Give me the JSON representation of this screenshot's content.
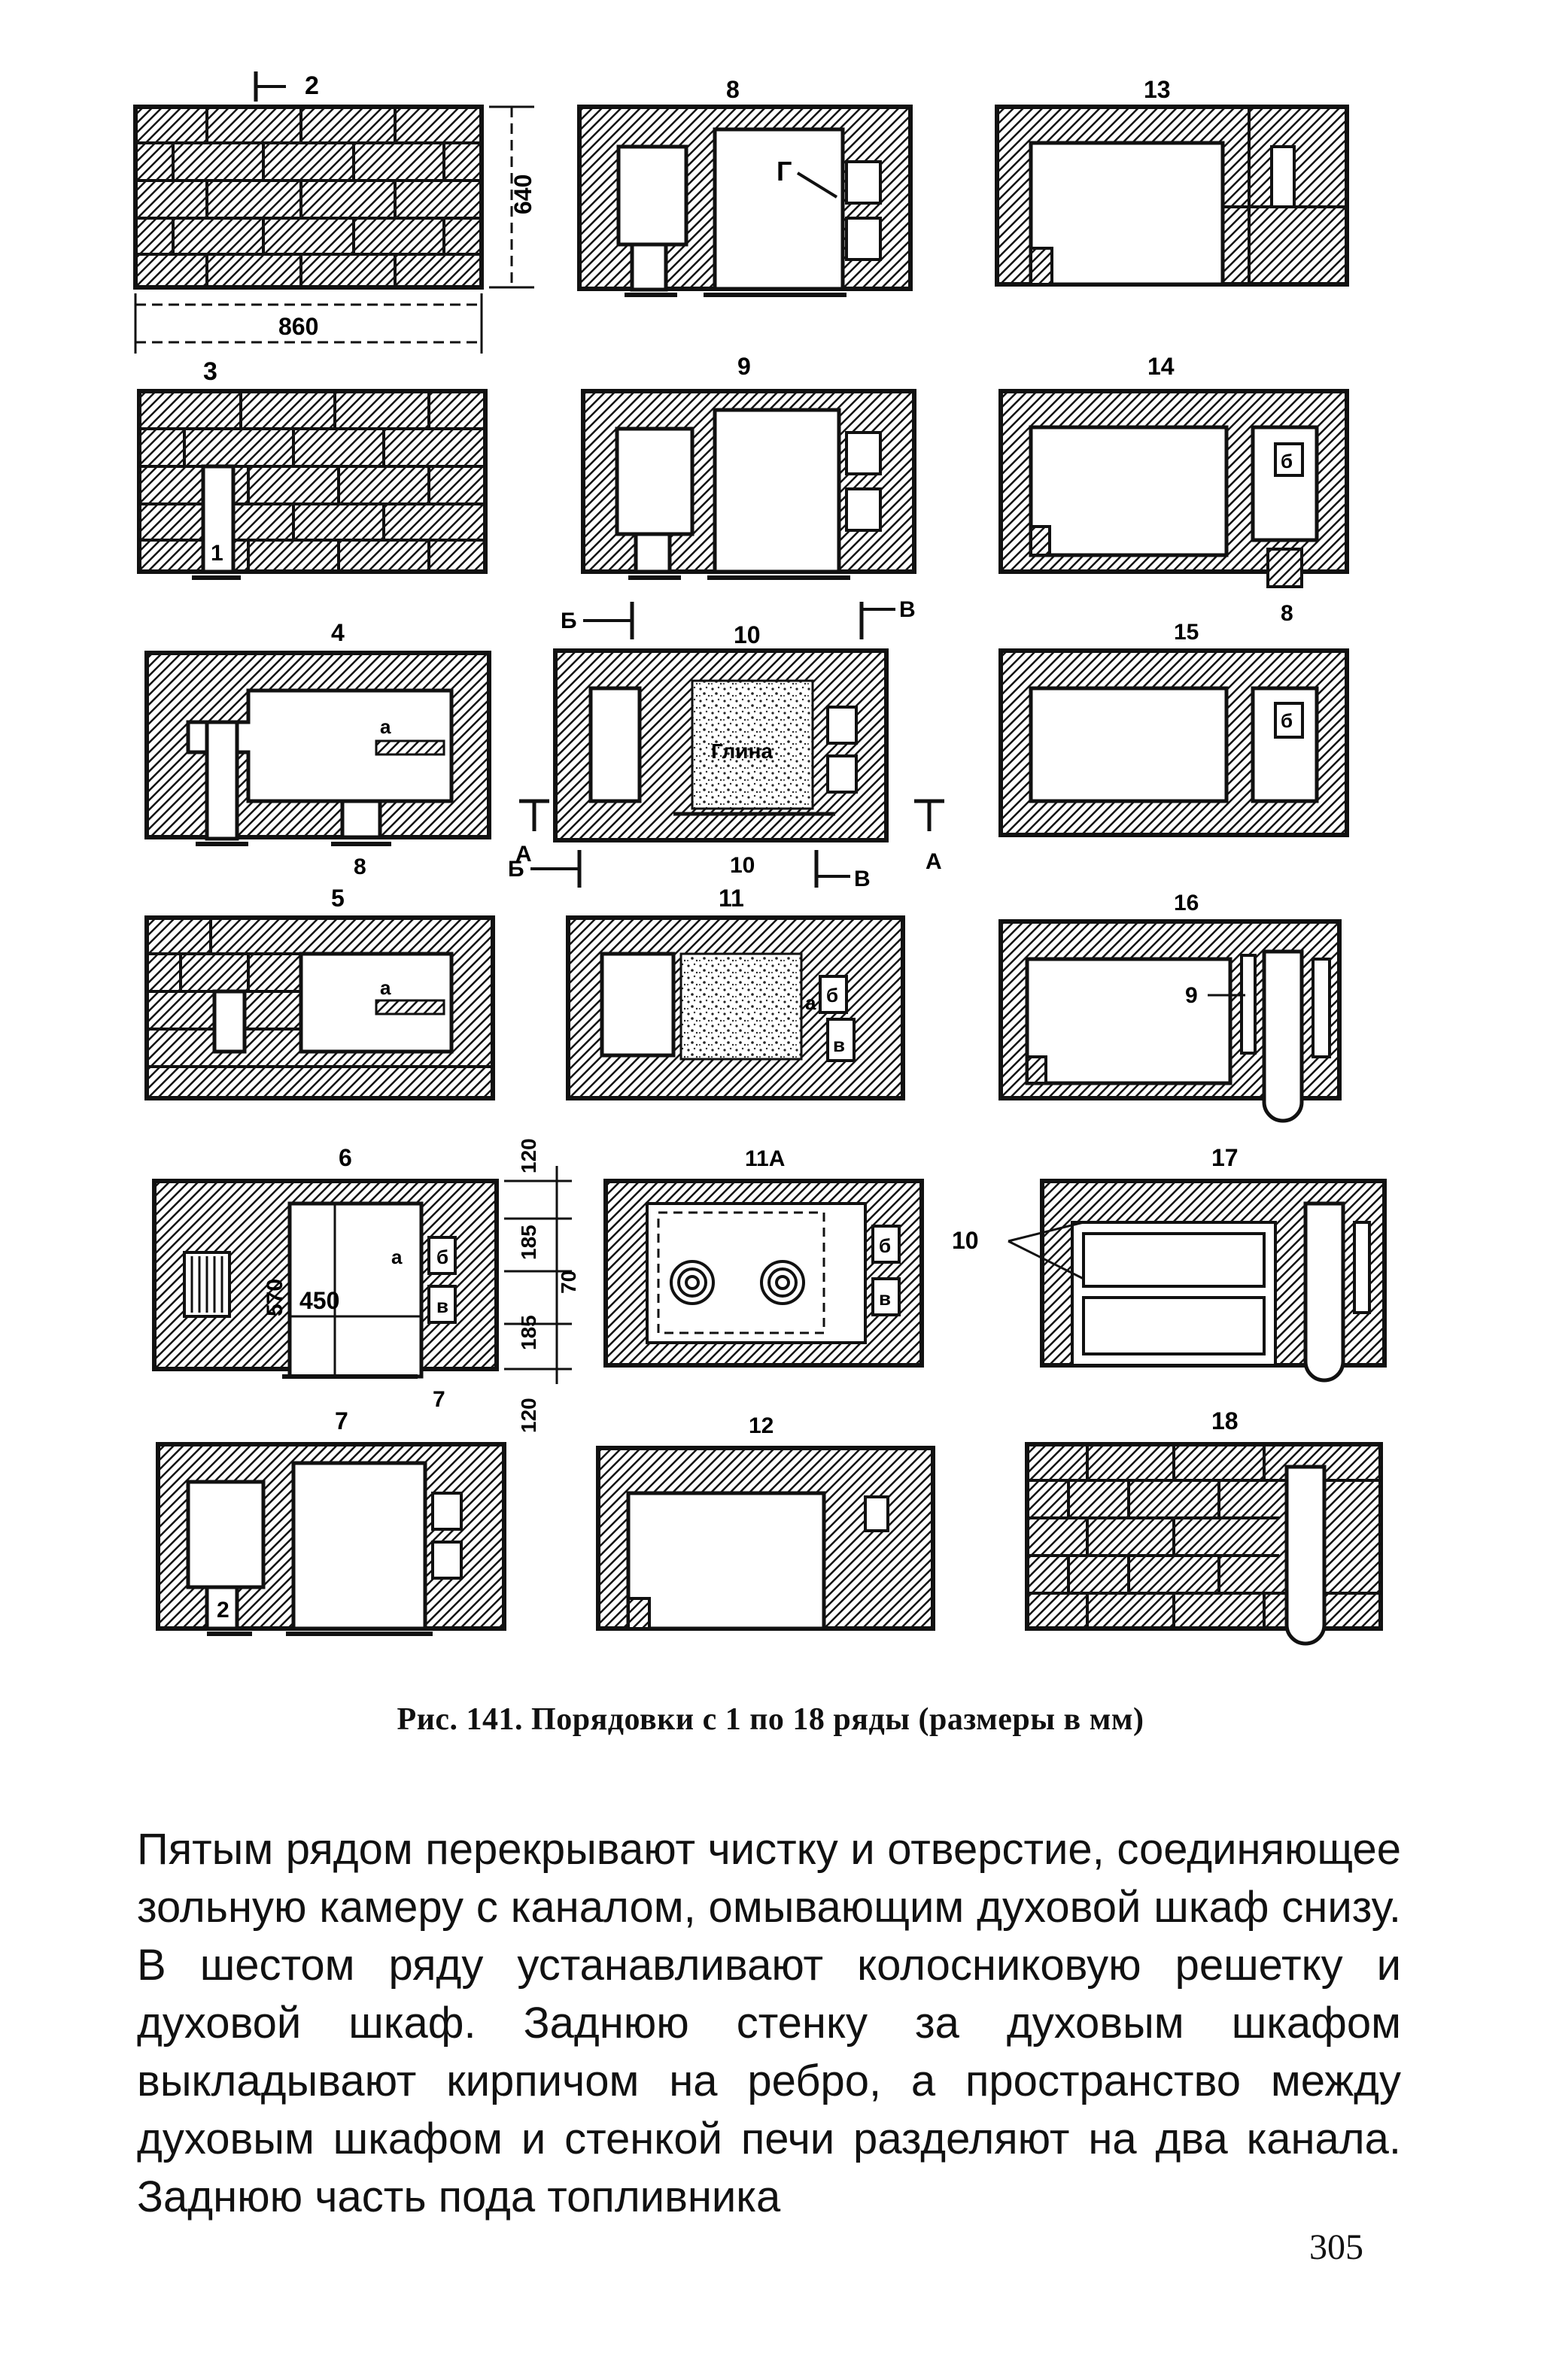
{
  "figure": {
    "panels": [
      {
        "id": "2",
        "label": "2"
      },
      {
        "id": "8",
        "label": "8"
      },
      {
        "id": "13",
        "label": "13"
      },
      {
        "id": "3",
        "label": "3"
      },
      {
        "id": "9",
        "label": "9"
      },
      {
        "id": "14",
        "label": "14"
      },
      {
        "id": "4",
        "label": "4"
      },
      {
        "id": "10",
        "label": "10"
      },
      {
        "id": "15",
        "label": "15"
      },
      {
        "id": "5",
        "label": "5"
      },
      {
        "id": "11",
        "label": "11"
      },
      {
        "id": "16",
        "label": "16"
      },
      {
        "id": "6",
        "label": "6"
      },
      {
        "id": "11A",
        "label": "11A"
      },
      {
        "id": "17",
        "label": "17"
      },
      {
        "id": "7",
        "label": "7"
      },
      {
        "id": "12",
        "label": "12"
      },
      {
        "id": "18",
        "label": "18"
      }
    ],
    "dimensions": {
      "width": "860",
      "height": "640",
      "d570": "570",
      "d450": "450",
      "d120a": "120",
      "d185a": "185",
      "d70": "70",
      "d185b": "185",
      "d120b": "120"
    },
    "annotations": {
      "g": "Г",
      "glina": "Глина",
      "a": "а",
      "b": "б",
      "v": "в",
      "section_a": "А",
      "section_b": "Б",
      "section_v": "В",
      "n1": "1",
      "n2": "2",
      "n7": "7",
      "n8": "8",
      "n9": "9",
      "n10": "10"
    }
  },
  "caption": "Рис. 141. Порядовки с 1 по 18 ряды (размеры в мм)",
  "body_text": "Пятым рядом перекрывают чистку и отверстие, соединяющее зольную камеру с каналом, омывающим духовой шкаф снизу. В шестом ряду устанавливают колосниковую решетку и духовой шкаф. Заднюю стенку за духовым шкафом выкладывают кирпичом на ребро, а пространство между духовым шкафом и стенкой печи разделяют на два канала. Заднюю часть пода топливника",
  "page_number": "305"
}
